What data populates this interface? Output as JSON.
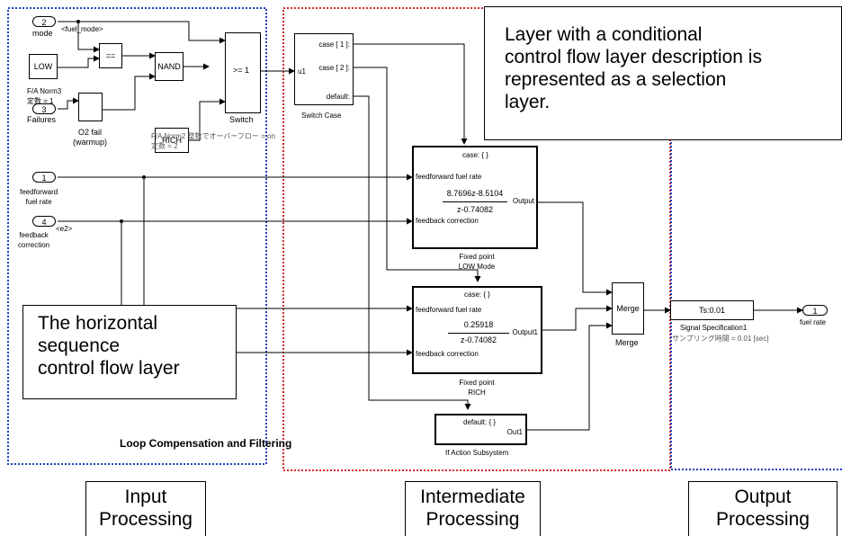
{
  "inputs": {
    "mode": {
      "num": "2",
      "label": "mode",
      "signal": "<fuel_mode>"
    },
    "failures": {
      "num": "3",
      "label": "Failures"
    },
    "feedforward": {
      "num": "1",
      "label": "feedforward\nfuel rate"
    },
    "feedback": {
      "num": "4",
      "label": "feedback\ncorrection",
      "signal": "<e2>"
    }
  },
  "constants": {
    "low": {
      "text": "LOW",
      "label": "F/A Norm3\n定数 = 1"
    },
    "rich": {
      "text": "RICH",
      "label": "F/A Norm2 整数でオーバーフロー = on\n定数 = 2"
    }
  },
  "logic": {
    "equal": "==",
    "nand": "NAND",
    "o2_label": "O2 fail\n(warmup)",
    "switch_threshold": ">= 1",
    "switch_label": "Switch"
  },
  "switch_case": {
    "case1": "case [ 1 ]:",
    "case2": "case [ 2 ]:",
    "default": "default:",
    "u1": "u1",
    "label": "Switch Case"
  },
  "subsys_low": {
    "case": "case: { }",
    "ff": "feedforward fuel rate",
    "fb": "feedback correction",
    "num": "8.7696z-8.5104",
    "den": "z-0.74082",
    "out": "Output",
    "label": "Fixed point\nLOW Mode"
  },
  "subsys_rich": {
    "case": "case: { }",
    "ff": "feedforward fuel rate",
    "fb": "feedback correction",
    "num": "0.25918",
    "den": "z-0.74082",
    "out": "Output1",
    "label": "Fixed point\nRICH"
  },
  "subsys_default": {
    "case": "default: { }",
    "out": "Out1",
    "label": "If Action Subsystem"
  },
  "merge": {
    "text": "Merge",
    "label": "Merge"
  },
  "sigspec": {
    "text": "Ts:0.01",
    "label": "Signal Specification1",
    "sub": "サンプリング時間 = 0.01 [sec]"
  },
  "output": {
    "num": "1",
    "label": "fuel rate"
  },
  "loop_label": "Loop Compensation and Filtering",
  "callouts": {
    "selection": "Layer with a conditional\ncontrol flow layer description is\nrepresented as a selection\nlayer.",
    "horizontal": "The horizontal\nsequence\ncontrol flow layer"
  },
  "bottom_labels": {
    "input": "Input\nProcessing",
    "intermediate": "Intermediate\nProcessing",
    "output": "Output\nProcessing"
  },
  "colors": {
    "input_frame": "#1f3fbf",
    "intermediate_frame": "#d42a2a",
    "output_frame": "#1f3fbf"
  }
}
